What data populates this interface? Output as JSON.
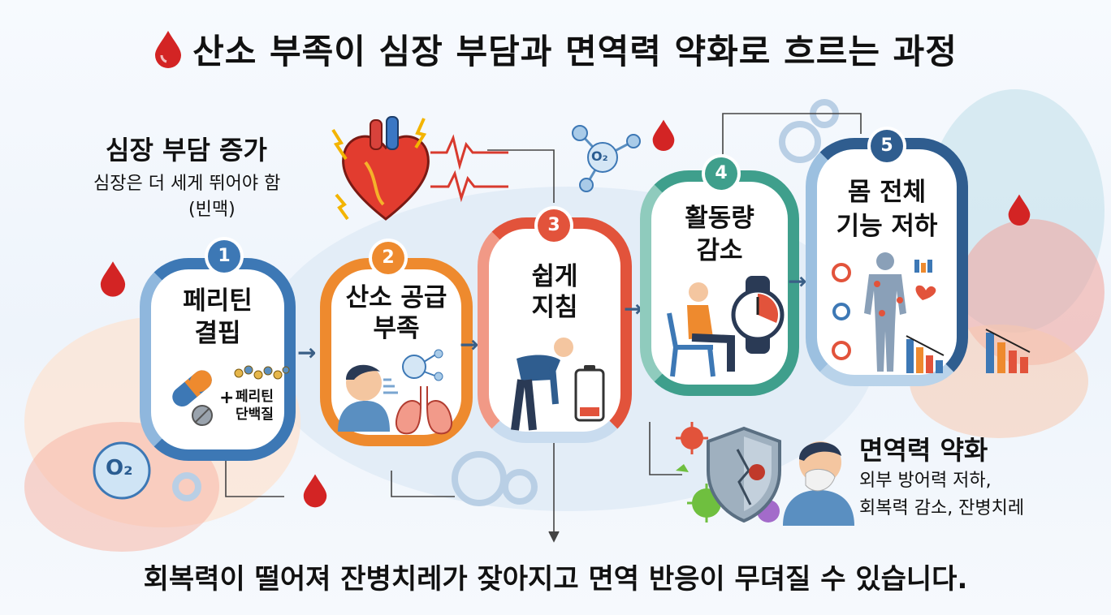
{
  "title": "산소 부족이 심장 부담과 면역력 약화로 흐르는 과정",
  "heart": {
    "title": "심장 부담 증가",
    "desc_line1": "심장은 더 세게 뛰어야 함",
    "desc_line2": "(빈맥)"
  },
  "steps": [
    {
      "number": "1",
      "line1": "페리틴",
      "line2": "결핍",
      "color": "#3d78b5",
      "extra_line1": "페리틴",
      "extra_line2": "단백질",
      "extra_prefix": "+"
    },
    {
      "number": "2",
      "line1": "산소 공급",
      "line2": "부족",
      "color": "#ee8a2e"
    },
    {
      "number": "3",
      "line1": "쉽게",
      "line2": "지침",
      "color": "#e2533b"
    },
    {
      "number": "4",
      "line1": "활동량",
      "line2": "감소",
      "color": "#3f9f8c"
    },
    {
      "number": "5",
      "line1": "몸 전체",
      "line2": "기능 저하",
      "color": "#2f5d8f"
    }
  ],
  "immune": {
    "title": "면역력 약화",
    "desc_line1": "외부 방어력 저하,",
    "desc_line2": "회복력 감소, 잔병치레"
  },
  "o2_label": "O₂",
  "o2_small": "O₂",
  "footer": "회복력이 떨어져 잔병치레가 잦아지고 면역 반응이 무뎌질 수 있습니다.",
  "colors": {
    "blood": "#d32424",
    "step1": "#3d78b5",
    "step2": "#ee8a2e",
    "step3": "#e2533b",
    "step4": "#3f9f8c",
    "step5": "#2f5d8f"
  },
  "icons": [
    "blood-drop-icon",
    "heart-icon",
    "heartbeat-icon",
    "o2-molecule-icon",
    "pill-icon",
    "person-breathing-icon",
    "lungs-icon",
    "tired-person-icon",
    "low-battery-icon",
    "person-sitting-icon",
    "watch-icon",
    "human-body-icon",
    "bar-chart-down-icon",
    "virus-icon",
    "shield-icon",
    "sick-person-icon",
    "gear-icon"
  ]
}
